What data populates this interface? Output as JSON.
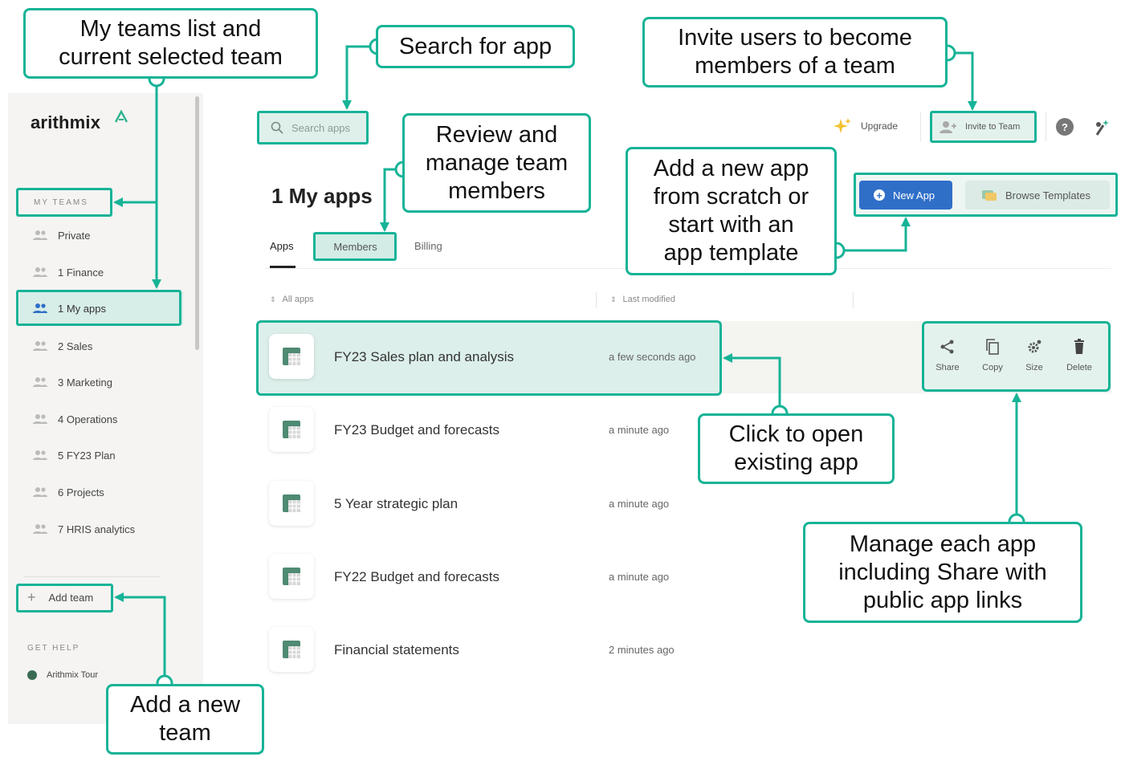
{
  "sidebar": {
    "logo": "arithmix",
    "my_teams_label": "MY TEAMS",
    "teams": [
      "Private",
      "1 Finance",
      "1 My apps",
      "2 Sales",
      "3 Marketing",
      "4 Operations",
      "5 FY23 Plan",
      "6 Projects",
      "7 HRIS analytics"
    ],
    "add_team": "Add team",
    "get_help_label": "GET HELP",
    "tour": "Arithmix Tour"
  },
  "header": {
    "search_placeholder": "Search apps",
    "upgrade": "Upgrade",
    "invite": "Invite to Team",
    "help": "?"
  },
  "main": {
    "title": "1 My apps",
    "tabs": [
      "Apps",
      "Members",
      "Billing"
    ],
    "new_app": "New App",
    "browse_templates": "Browse Templates",
    "columns": [
      "All apps",
      "Last modified"
    ],
    "apps": [
      {
        "name": "FY23 Sales plan and analysis",
        "modified": "a few seconds ago"
      },
      {
        "name": "FY23 Budget and forecasts",
        "modified": "a minute ago"
      },
      {
        "name": "5 Year strategic plan",
        "modified": "a minute ago"
      },
      {
        "name": "FY22 Budget and forecasts",
        "modified": "a minute ago"
      },
      {
        "name": "Financial statements",
        "modified": "2 minutes ago"
      }
    ],
    "row_actions": [
      "Share",
      "Copy",
      "Size",
      "Delete"
    ]
  },
  "callouts": {
    "teams": "My teams list and\ncurrent selected team",
    "search": "Search for app",
    "invite": "Invite users to become\nmembers of a team",
    "members": "Review and\nmanage team\nmembers",
    "new_app": "Add a new app\nfrom scratch or\nstart with an\napp template",
    "open_app": "Click to open\nexisting app",
    "manage": "Manage each app\nincluding Share with\npublic app links",
    "add_team": "Add a new\nteam"
  },
  "colors": {
    "accent": "#17b397",
    "primary_button": "#2f6fc8",
    "highlight": "#dcefea"
  }
}
